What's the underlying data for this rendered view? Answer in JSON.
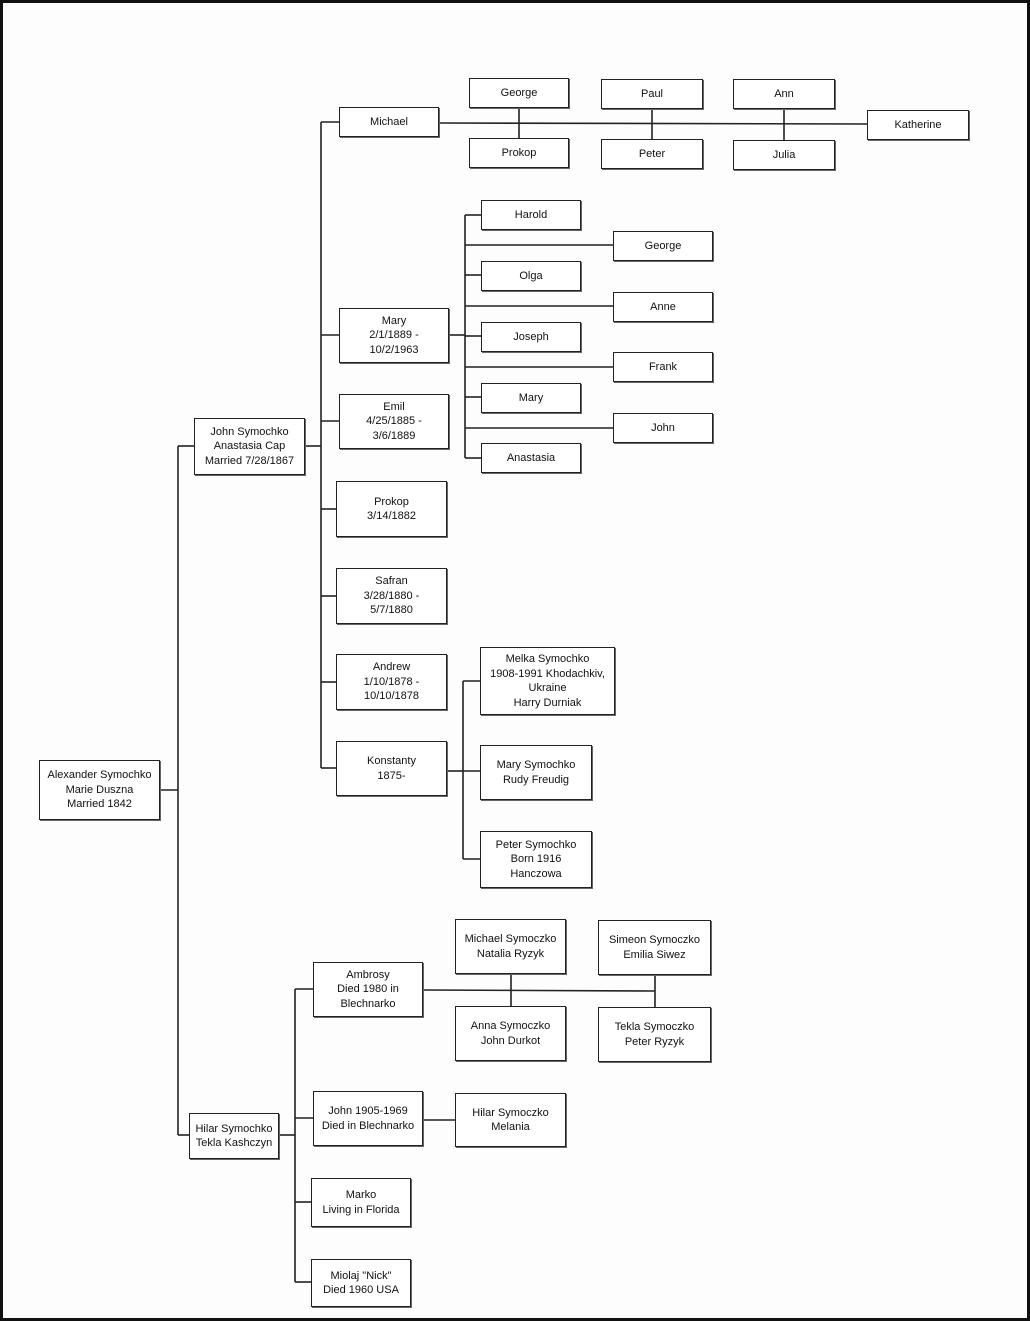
{
  "title": "Symochko Family Tree",
  "nodes": [
    {
      "id": "alexander",
      "lines": [
        "Alexander Symochko",
        "Marie Duszna",
        "Married 1842"
      ]
    },
    {
      "id": "john-sr",
      "lines": [
        "John Symochko",
        "Anastasia Cap",
        "Married 7/28/1867"
      ]
    },
    {
      "id": "hilar",
      "lines": [
        "Hilar Symochko",
        "Tekla Kashczyn"
      ]
    },
    {
      "id": "michael",
      "lines": [
        "Michael"
      ]
    },
    {
      "id": "george-m",
      "lines": [
        "George"
      ]
    },
    {
      "id": "prokop-m",
      "lines": [
        "Prokop"
      ]
    },
    {
      "id": "paul",
      "lines": [
        "Paul"
      ]
    },
    {
      "id": "peter-m",
      "lines": [
        "Peter"
      ]
    },
    {
      "id": "ann",
      "lines": [
        "Ann"
      ]
    },
    {
      "id": "julia",
      "lines": [
        "Julia"
      ]
    },
    {
      "id": "katherine",
      "lines": [
        "Katherine"
      ]
    },
    {
      "id": "mary",
      "lines": [
        "Mary",
        "2/1/1889 -",
        "10/2/1963"
      ]
    },
    {
      "id": "harold",
      "lines": [
        "Harold"
      ]
    },
    {
      "id": "george-y",
      "lines": [
        "George"
      ]
    },
    {
      "id": "olga",
      "lines": [
        "Olga"
      ]
    },
    {
      "id": "anne",
      "lines": [
        "Anne"
      ]
    },
    {
      "id": "joseph",
      "lines": [
        "Joseph"
      ]
    },
    {
      "id": "frank",
      "lines": [
        "Frank"
      ]
    },
    {
      "id": "mary-y",
      "lines": [
        "Mary"
      ]
    },
    {
      "id": "john-y",
      "lines": [
        "John"
      ]
    },
    {
      "id": "anastasia",
      "lines": [
        "Anastasia"
      ]
    },
    {
      "id": "emil",
      "lines": [
        "Emil",
        "4/25/1885 -",
        "3/6/1889"
      ]
    },
    {
      "id": "prokop",
      "lines": [
        "Prokop",
        "3/14/1882"
      ]
    },
    {
      "id": "safran",
      "lines": [
        "Safran",
        "3/28/1880 -",
        "5/7/1880"
      ]
    },
    {
      "id": "andrew",
      "lines": [
        "Andrew",
        "1/10/1878 -",
        "10/10/1878"
      ]
    },
    {
      "id": "konstanty",
      "lines": [
        "Konstanty",
        "1875-"
      ]
    },
    {
      "id": "melka",
      "lines": [
        "Melka Symochko",
        "1908-1991 Khodachkiv,",
        "Ukraine",
        "Harry Durniak"
      ]
    },
    {
      "id": "mary-symochko",
      "lines": [
        "Mary Symochko",
        "Rudy Freudig"
      ]
    },
    {
      "id": "peter-symochko",
      "lines": [
        "Peter Symochko",
        "Born 1916",
        "Hanczowa"
      ]
    },
    {
      "id": "ambrosy",
      "lines": [
        "Ambrosy",
        "Died 1980 in",
        "Blechnarko"
      ]
    },
    {
      "id": "michael-symoczko",
      "lines": [
        "Michael Symoczko",
        "Natalia Ryzyk"
      ]
    },
    {
      "id": "anna-symoczko",
      "lines": [
        "Anna Symoczko",
        "John Durkot"
      ]
    },
    {
      "id": "simeon-symoczko",
      "lines": [
        "Simeon Symoczko",
        "Emilia Siwez"
      ]
    },
    {
      "id": "tekla-symoczko",
      "lines": [
        "Tekla Symoczko",
        "Peter Ryzyk"
      ]
    },
    {
      "id": "john-1905",
      "lines": [
        "John 1905-1969",
        "Died in Blechnarko"
      ]
    },
    {
      "id": "hilar-symoczko",
      "lines": [
        "Hilar Symoczko",
        "Melania"
      ]
    },
    {
      "id": "marko",
      "lines": [
        "Marko",
        "Living in Florida"
      ]
    },
    {
      "id": "miolaj",
      "lines": [
        "Miolaj \"Nick\"",
        "Died 1960 USA"
      ]
    }
  ]
}
